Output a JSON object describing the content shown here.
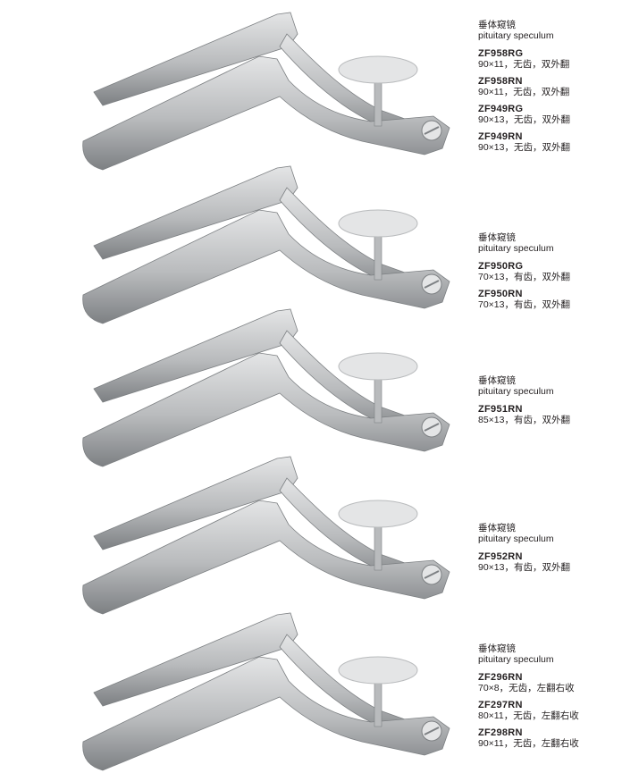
{
  "colors": {
    "metal_light": "#e4e5e6",
    "metal_mid": "#b9bbbd",
    "metal_dark": "#7d8083",
    "text": "#231f20"
  },
  "groups": [
    {
      "title": "垂体窥镜",
      "latin": "pituitary speculum",
      "models": [
        {
          "code": "ZF958RG",
          "spec": "90×11，无齿，双外翻"
        },
        {
          "code": "ZF958RN",
          "spec": "90×11，无齿，双外翻"
        },
        {
          "code": "ZF949RG",
          "spec": "90×13，无齿，双外翻"
        },
        {
          "code": "ZF949RN",
          "spec": "90×13，无齿，双外翻"
        }
      ]
    },
    {
      "title": "垂体窥镜",
      "latin": "pituitary speculum",
      "models": [
        {
          "code": "ZF950RG",
          "spec": "70×13，有齿，双外翻"
        },
        {
          "code": "ZF950RN",
          "spec": "70×13，有齿，双外翻"
        }
      ]
    },
    {
      "title": "垂体窥镜",
      "latin": "pituitary speculum",
      "models": [
        {
          "code": "ZF951RN",
          "spec": "85×13，有齿，双外翻"
        }
      ]
    },
    {
      "title": "垂体窥镜",
      "latin": "pituitary speculum",
      "models": [
        {
          "code": "ZF952RN",
          "spec": "90×13，有齿，双外翻"
        }
      ]
    },
    {
      "title": "垂体窥镜",
      "latin": "pituitary speculum",
      "models": [
        {
          "code": "ZF296RN",
          "spec": "70×8，无齿，左翻右收"
        },
        {
          "code": "ZF297RN",
          "spec": "80×11，无齿，左翻右收"
        },
        {
          "code": "ZF298RN",
          "spec": "90×11，无齿，左翻右收"
        }
      ]
    }
  ]
}
